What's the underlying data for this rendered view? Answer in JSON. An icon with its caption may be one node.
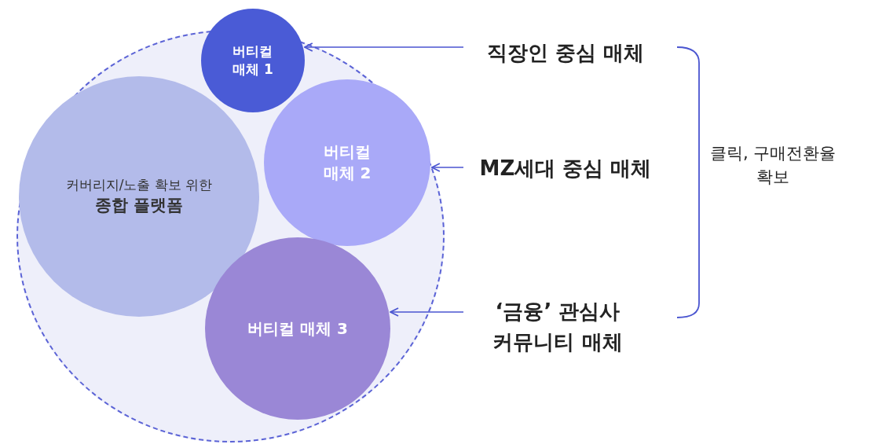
{
  "diagram": {
    "nodes": [
      {
        "text": [],
        "shape": "circle"
      },
      {
        "text": [
          "버티컬 매체 1"
        ]
      },
      {
        "text": [
          "커버리지/노출 확보 위한",
          "종합 플랫폼"
        ],
        "in": 0
      },
      {
        "text": [
          "버티컬 매체 2"
        ],
        "in": 0
      },
      {
        "text": [
          "버티컬 매체 3"
        ],
        "in": 0
      },
      {
        "text": [
          "직장인 중심 매체"
        ]
      },
      {
        "text": [
          "MZ세대 중심 매체"
        ]
      },
      {
        "text": [
          "‘금융’ 관심사 커뮤니티 매체"
        ]
      }
    ],
    "edges": [
      {
        "from": 5,
        "to": 1,
        "arrow": "to"
      },
      {
        "from": 6,
        "to": 3,
        "arrow": "to"
      },
      {
        "from": 7,
        "to": 4,
        "arrow": "to"
      }
    ],
    "labels": [
      "클릭, 구매전환율 확보"
    ]
  }
}
